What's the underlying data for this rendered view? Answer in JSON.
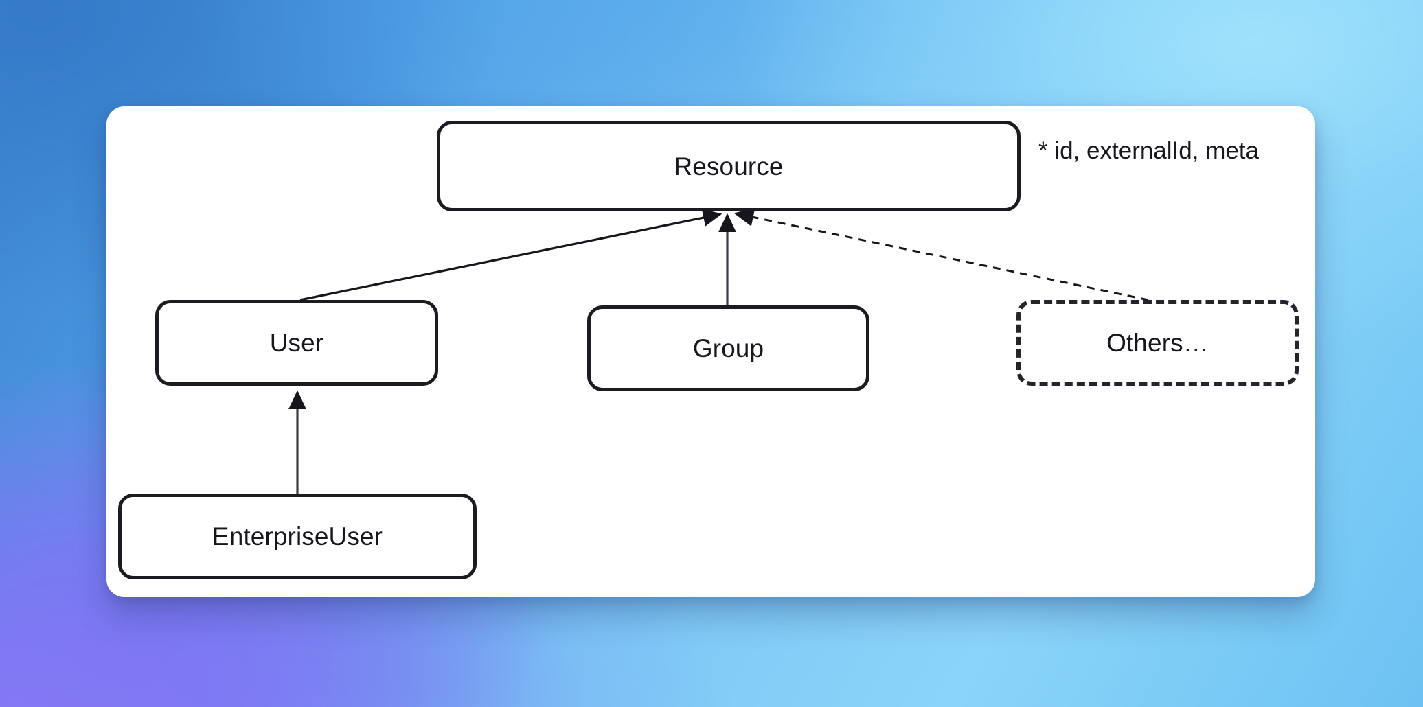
{
  "background": {
    "colors": {
      "top_left": "#3d82cd",
      "top_right": "#87d2f8",
      "bottom_left": "#7f79f2",
      "bottom_right": "#63bdf2"
    }
  },
  "card": {
    "background_color": "#ffffff"
  },
  "diagram": {
    "type": "class-inheritance-diagram",
    "stroke_color": "#1b1b22",
    "nodes": [
      {
        "id": "resource",
        "label": "Resource",
        "style": "solid"
      },
      {
        "id": "user",
        "label": "User",
        "style": "solid"
      },
      {
        "id": "group",
        "label": "Group",
        "style": "solid"
      },
      {
        "id": "others",
        "label": "Others…",
        "style": "dashed"
      },
      {
        "id": "enterpriseuser",
        "label": "EnterpriseUser",
        "style": "solid"
      }
    ],
    "edges": [
      {
        "from": "user",
        "to": "resource",
        "style": "solid",
        "arrow": "filled-triangle"
      },
      {
        "from": "group",
        "to": "resource",
        "style": "solid",
        "arrow": "filled-triangle"
      },
      {
        "from": "others",
        "to": "resource",
        "style": "dotted",
        "arrow": "filled-triangle"
      },
      {
        "from": "enterpriseuser",
        "to": "user",
        "style": "solid",
        "arrow": "filled-triangle"
      }
    ],
    "annotation": "* id, externalId, meta"
  }
}
